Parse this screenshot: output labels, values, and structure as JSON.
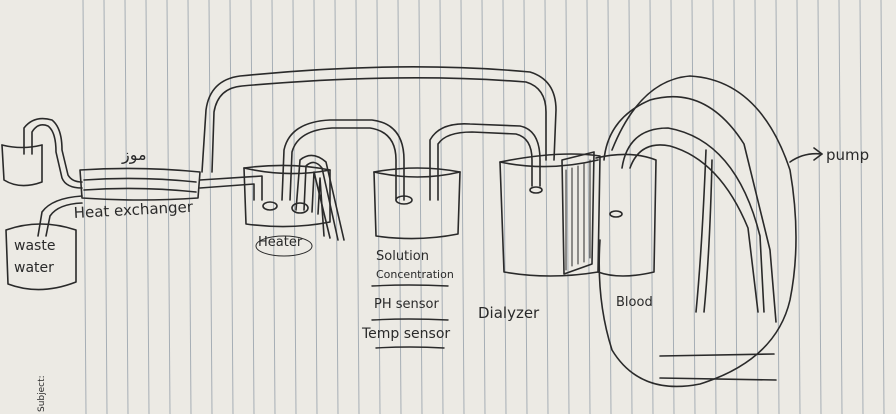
{
  "labels": {
    "heat_exchanger": "Heat exchanger",
    "heat_exchanger_arabic": "موز",
    "waste": "waste",
    "water": "water",
    "heater": "Heater",
    "solution_1": "Solution",
    "solution_2": "Concentration",
    "ph_sensor": "PH sensor",
    "temp_sensor": "Temp sensor",
    "dialyzer": "Dialyzer",
    "blood": "Blood",
    "pump": "pump",
    "margin": "Subject:"
  },
  "colors": {
    "paper": "#eceae4",
    "ink": "#2a2a2a",
    "rule": "#8f9aa6"
  }
}
